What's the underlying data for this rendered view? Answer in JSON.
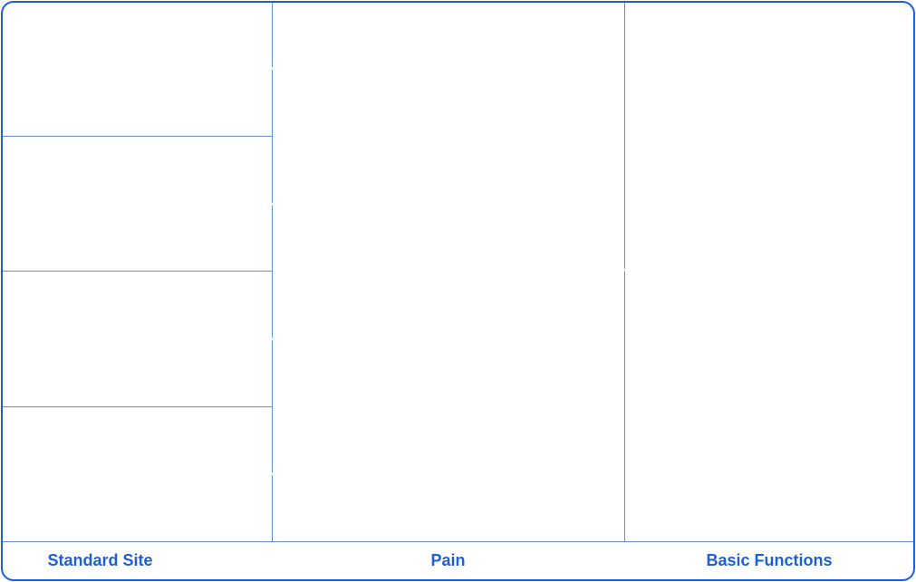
{
  "columns": {
    "left": {
      "label": "Standard Site"
    },
    "middle": {
      "label": "Pain"
    },
    "right": {
      "label": "Basic Functions"
    }
  },
  "colors": {
    "border": "#1f5fd6",
    "grid_lines": "#5b8ee6",
    "label_text": "#1f5fd6"
  }
}
